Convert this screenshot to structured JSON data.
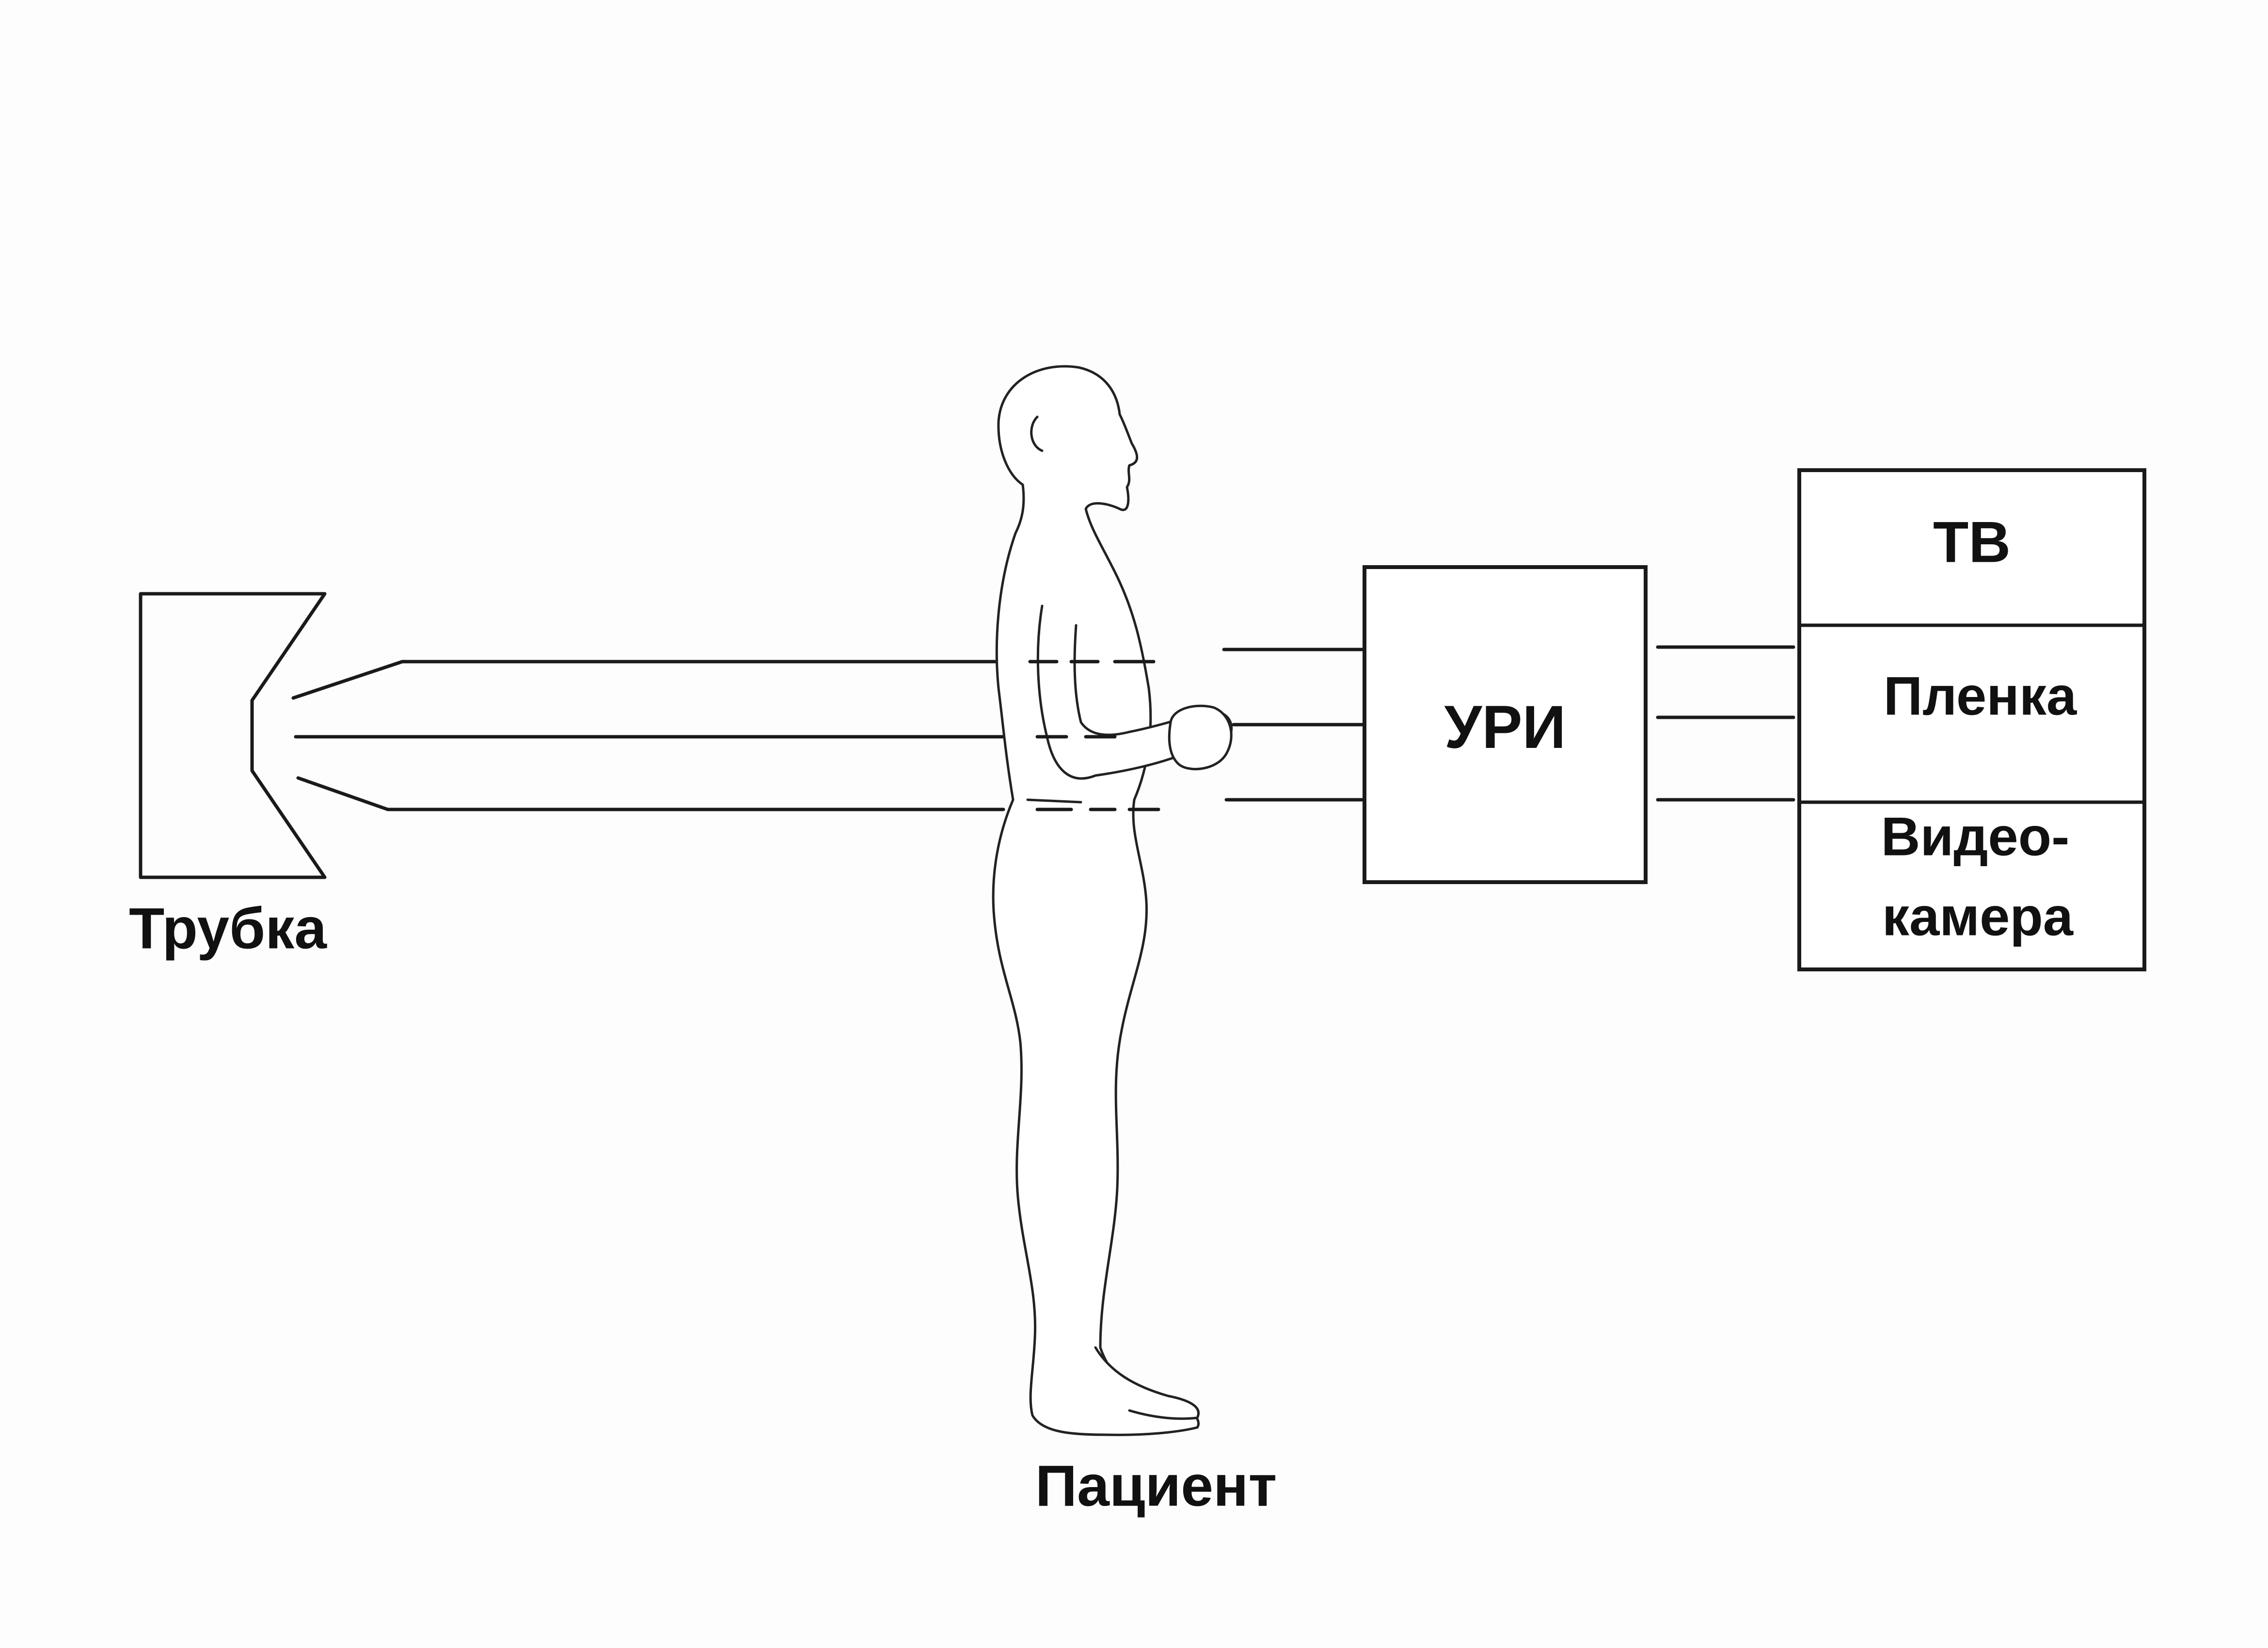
{
  "labels": {
    "tube": "Трубка",
    "patient": "Пациент",
    "uri": "УРИ"
  },
  "output_box": {
    "sections": [
      "ТВ",
      "Пленка",
      "Видео-",
      "камера"
    ]
  }
}
